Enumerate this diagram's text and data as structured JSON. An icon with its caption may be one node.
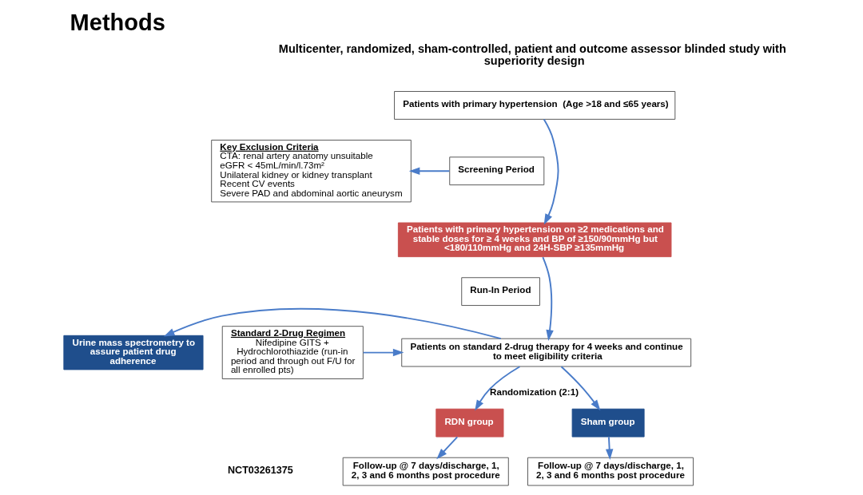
{
  "diagram": {
    "title": "Methods",
    "nodes": [
      {
        "text": [
          "Patients with primary hypertension  (Age >18 and ≤65 years)"
        ]
      },
      {
        "text": [
          "Screening Period"
        ]
      },
      {
        "text": [
          "Key Exclusion Criteria",
          "CTA: renal artery anatomy unsuitable",
          "eGFR < 45mL/min/l.73m²",
          "Unilateral kidney or kidney transplant",
          "Recent CV events",
          "Severe PAD and abdominal aortic aneurysm"
        ]
      },
      {
        "text": [
          "Patients with primary hypertension on ≥2 medications and stable doses for ≥ 4 weeks and BP of ≥150/90mmHg but <180/110mmHg and 24H-SBP ≥135mmHg"
        ]
      },
      {
        "text": [
          "Standard 2-Drug Regimen",
          "Nifedipine GITS + Hydrochlorothiazide (run-in period and through out F/U for all enrolled pts)"
        ]
      },
      {
        "text": [
          "Run-In Period"
        ]
      },
      {
        "text": [
          "Patients on standard 2-drug therapy for 4 weeks and continue to meet eligibility criteria"
        ]
      },
      {
        "text": [
          "Urine mass spectrometry to assure patient drug adherence"
        ]
      },
      {
        "text": [
          "RDN group"
        ]
      },
      {
        "text": [
          "Sham group"
        ]
      },
      {
        "text": [
          "Follow-up @ 7 days/discharge, 1, 2, 3 and 6 months post procedure"
        ]
      },
      {
        "text": [
          "Follow-up @ 7 days/discharge, 1, 2, 3 and 6 months post procedure"
        ]
      }
    ],
    "edges": [
      {
        "from": 0,
        "to": 3,
        "arrow": "to"
      },
      {
        "from": 1,
        "to": 2,
        "arrow": "to"
      },
      {
        "from": 3,
        "to": 6,
        "arrow": "to"
      },
      {
        "from": 4,
        "to": 6,
        "arrow": "to"
      },
      {
        "from": 6,
        "to": 7,
        "arrow": "to"
      },
      {
        "from": 6,
        "to": 8,
        "arrow": "to",
        "label": "Randomization (2:1)"
      },
      {
        "from": 6,
        "to": 9,
        "arrow": "to"
      },
      {
        "from": 8,
        "to": 10,
        "arrow": "to"
      },
      {
        "from": 9,
        "to": 11,
        "arrow": "to"
      }
    ],
    "labels": [
      "Multicenter, randomized, sham-controlled, patient and outcome assessor blinded study with superiority design",
      "NCT03261375"
    ]
  }
}
